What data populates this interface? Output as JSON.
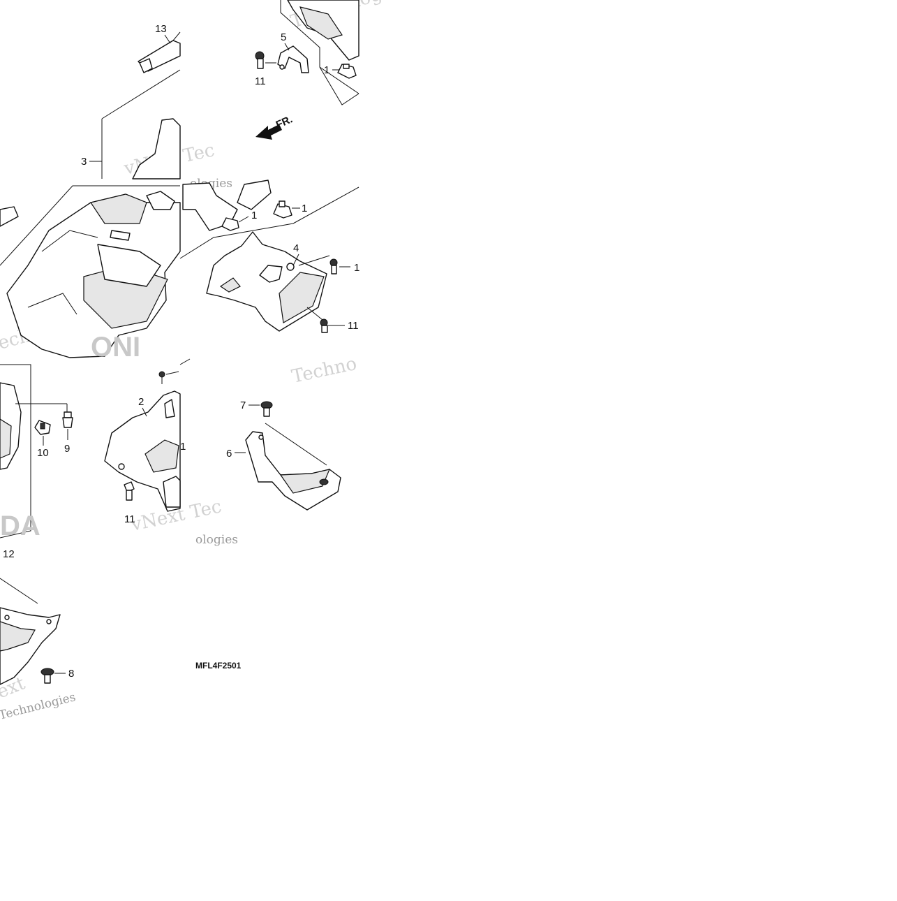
{
  "diagram": {
    "code": "MFL4F2501",
    "direction_label": "FR.",
    "callouts": {
      "c13": "13",
      "c5": "5",
      "c1a": "1",
      "c11a": "11",
      "c3": "3",
      "c1b": "1",
      "c1c": "1",
      "c4": "4",
      "c1d": "1",
      "c11b": "11",
      "c2": "2",
      "c1e": "1",
      "c9": "9",
      "c10": "10",
      "c11c": "11",
      "c7": "7",
      "c6": "6",
      "c12": "12",
      "c8": "8"
    },
    "watermarks": {
      "w1": "vNext Tec",
      "w2": "ologies",
      "w3": "Technolog",
      "w4": "echnologie",
      "w5": "Techno",
      "w6": "vNext Tec",
      "w7": "ologies",
      "w8": "ext",
      "w9": "Technologies",
      "w10": "ONI",
      "w11": "DA"
    }
  }
}
